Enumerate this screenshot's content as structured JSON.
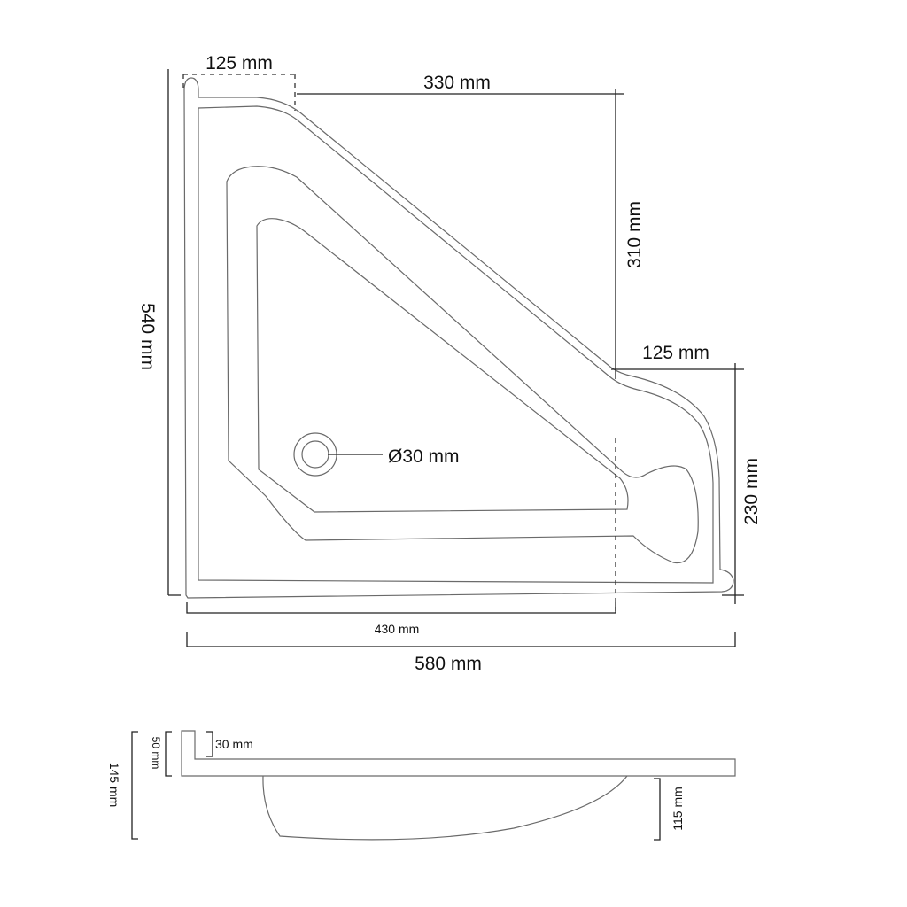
{
  "top_view": {
    "dim_top_left": "125 mm",
    "dim_top_right": "330 mm",
    "dim_right_upper": "310 mm",
    "dim_right_step": "125 mm",
    "dim_right_lower": "230 mm",
    "dim_left_height": "540 mm",
    "dim_drain": "Ø30 mm",
    "dim_bottom_inner": "430 mm",
    "dim_bottom_total": "580 mm"
  },
  "side_view": {
    "dim_total_height": "145 mm",
    "dim_flange_height": "50 mm",
    "dim_lip": "30 mm",
    "dim_bowl_depth": "115 mm"
  }
}
